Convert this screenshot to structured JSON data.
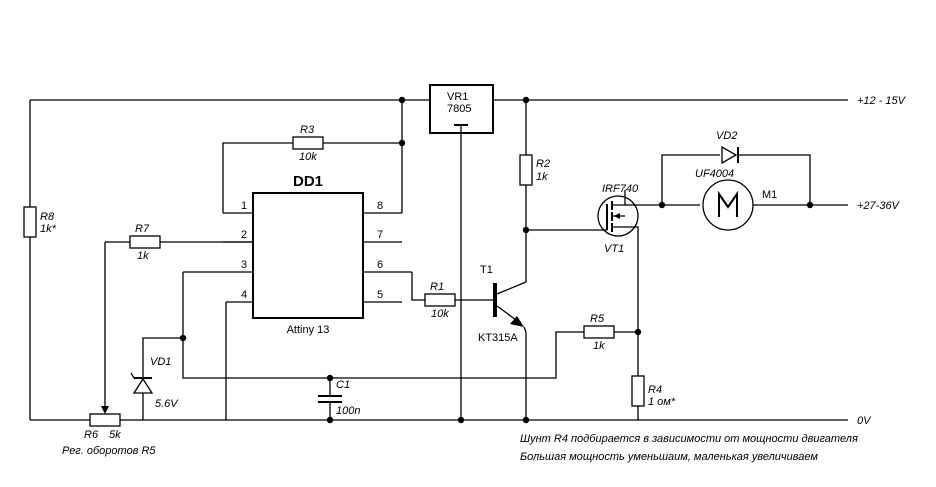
{
  "rails": {
    "top": "+12 - 15V",
    "motor": "+27-36V",
    "ground": "0V"
  },
  "regulator": {
    "name": "VR1",
    "part": "7805"
  },
  "mcu": {
    "name": "DD1",
    "part": "Attiny 13",
    "pins": [
      "1",
      "2",
      "3",
      "4",
      "5",
      "6",
      "7",
      "8"
    ]
  },
  "components": {
    "r1": {
      "name": "R1",
      "value": "10k"
    },
    "r2": {
      "name": "R2",
      "value": "1k"
    },
    "r3": {
      "name": "R3",
      "value": "10k"
    },
    "r4": {
      "name": "R4",
      "value": "1 ом*"
    },
    "r5": {
      "name": "R5",
      "value": "1k"
    },
    "r6": {
      "name": "R6",
      "value": "5k"
    },
    "r7": {
      "name": "R7",
      "value": "1k"
    },
    "r8": {
      "name": "R8",
      "value": "1k*"
    },
    "c1": {
      "name": "C1",
      "value": "100n"
    },
    "vd1": {
      "name": "VD1",
      "value": "5.6V"
    },
    "vd2": {
      "name": "VD2",
      "value": "UF4004"
    },
    "t1": {
      "name": "T1",
      "value": "KT315A"
    },
    "vt1": {
      "name": "VT1",
      "value": "IRF740"
    },
    "m1": {
      "name": "M1",
      "symbol": "M"
    }
  },
  "captions": {
    "speed_control": "Рег. оборотов R5",
    "note_line1": "Шунт R4 подбирается в зависимости от мощности двигателя",
    "note_line2": "Большая мощность уменьшаим, маленькая увеличиваем"
  }
}
